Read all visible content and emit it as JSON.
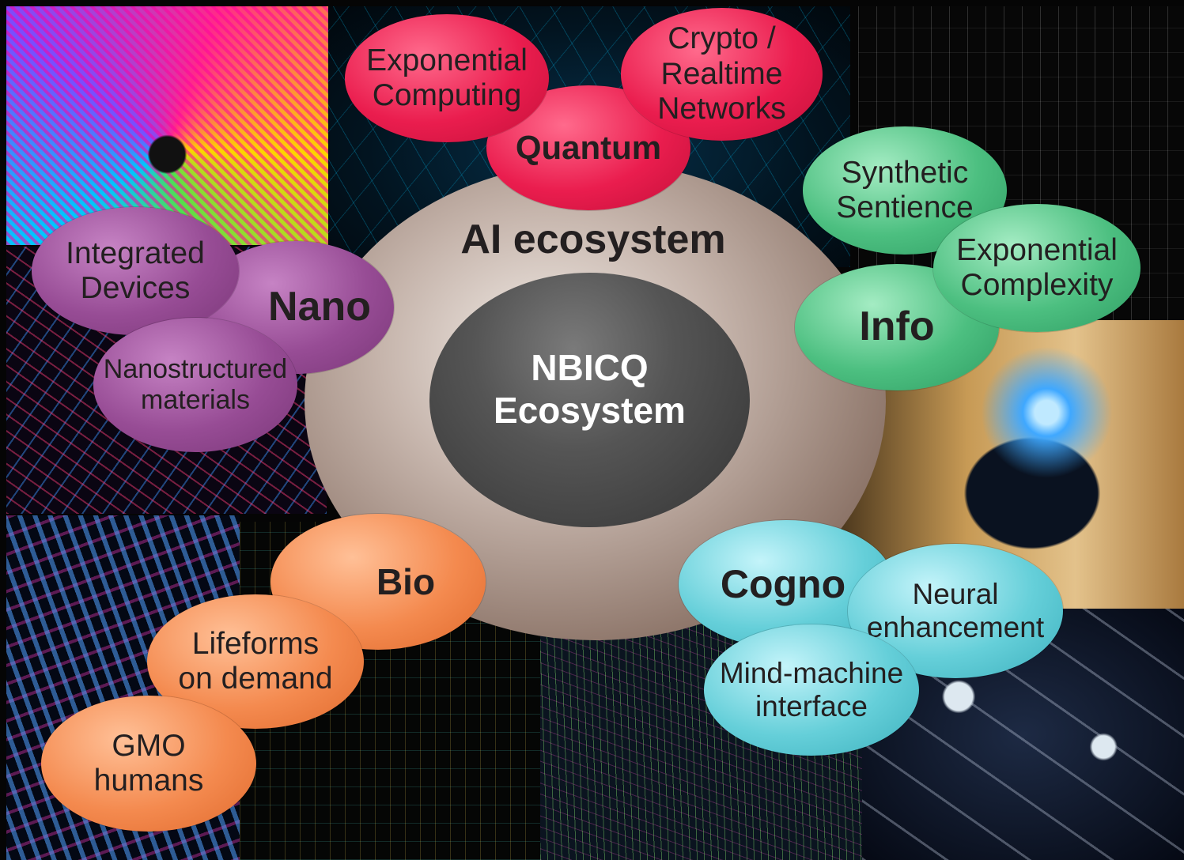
{
  "center": {
    "ring_label": "AI ecosystem",
    "core_line1": "NBICQ",
    "core_line2": "Ecosystem"
  },
  "quantum": {
    "head": "Quantum",
    "a_line1": "Exponential",
    "a_line2": "Computing",
    "b_line1": "Crypto /",
    "b_line2": "Realtime",
    "b_line3": "Networks"
  },
  "nano": {
    "head": "Nano",
    "a_line1": "Integrated",
    "a_line2": "Devices",
    "b_line1": "Nanostructured",
    "b_line2": "materials"
  },
  "info": {
    "head": "Info",
    "a_line1": "Synthetic",
    "a_line2": "Sentience",
    "b_line1": "Exponential",
    "b_line2": "Complexity"
  },
  "bio": {
    "head": "Bio",
    "a_line1": "Lifeforms",
    "a_line2": "on demand",
    "b_line1": "GMO",
    "b_line2": "humans"
  },
  "cogno": {
    "head": "Cogno",
    "a_line1": "Neural",
    "a_line2": "enhancement",
    "b_line1": "Mind-machine",
    "b_line2": "interface"
  },
  "colors": {
    "quantum": "#ea1d4e",
    "nano": "#974c95",
    "info": "#4cbf80",
    "bio": "#f48a4f",
    "cogno": "#65cfd9",
    "ring": "#8c7468",
    "core": "#555555"
  }
}
